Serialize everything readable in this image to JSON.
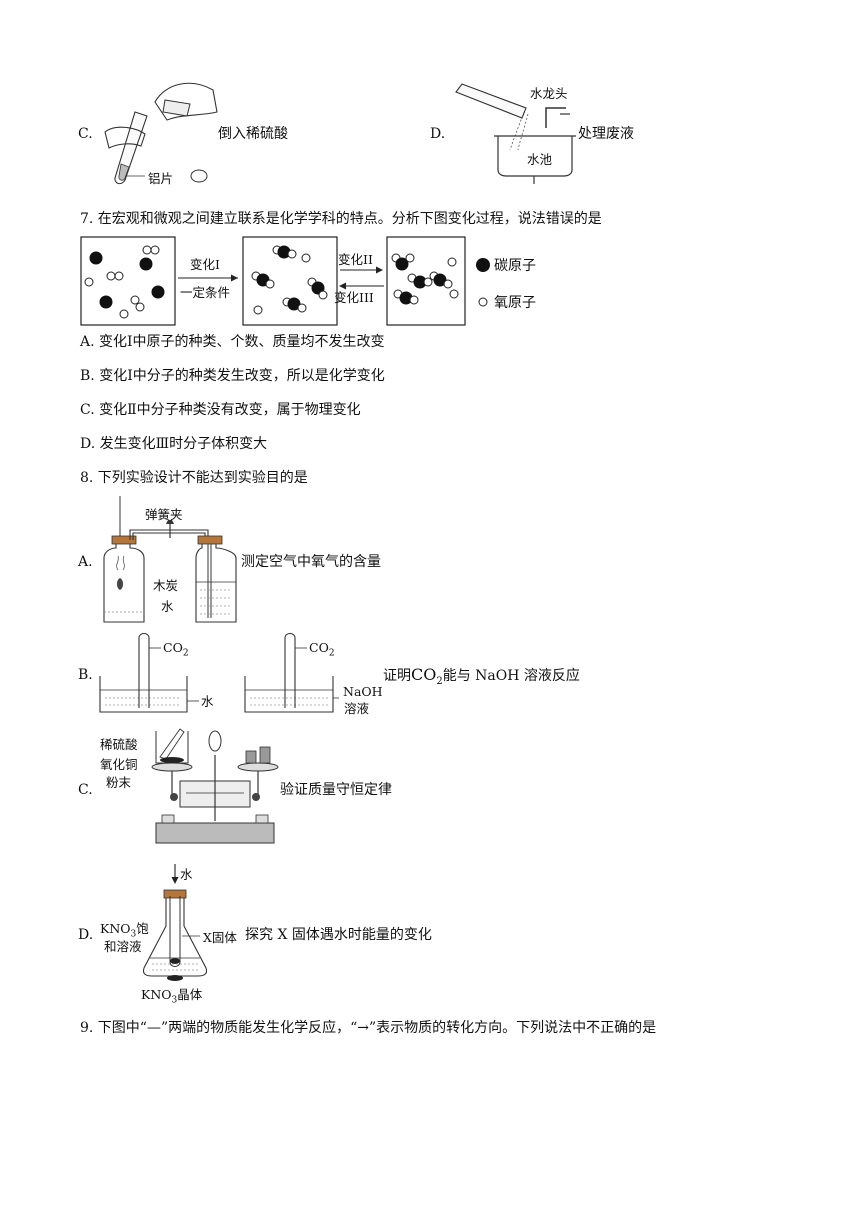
{
  "q6": {
    "c": {
      "letter": "C.",
      "caption": "倒入稀硫酸",
      "label_al": "铝片"
    },
    "d": {
      "letter": "D.",
      "caption": "处理废液",
      "label_tap": "水龙头",
      "label_sink": "水池"
    }
  },
  "q7": {
    "stem": "7. 在宏观和微观之间建立联系是化学学科的特点。分析下图变化过程，说法错误的是",
    "diagram": {
      "arrow1_top": "变化I",
      "arrow1_bottom": "一定条件",
      "arrow2_top": "变化II",
      "arrow3_bottom": "变化III",
      "legend_carbon": "碳原子",
      "legend_oxygen": "氧原子"
    },
    "options": [
      "A.  变化Ⅰ中原子的种类、个数、质量均不发生改变",
      "B.  变化Ⅰ中分子的种类发生改变，所以是化学变化",
      "C.  变化Ⅱ中分子种类没有改变，属于物理变化",
      "D.  发生变化Ⅲ时分子体积变大"
    ]
  },
  "q8": {
    "stem": "8. 下列实验设计不能达到实验目的是",
    "a": {
      "letter": "A.",
      "caption": "测定空气中氧气的含量",
      "label_clip": "弹簧夹",
      "label_charcoal": "木炭",
      "label_water": "水"
    },
    "b": {
      "letter": "B.",
      "caption_pre": "证明",
      "caption_formula": "CO",
      "caption_sub": "2",
      "caption_post": "能与 NaOH 溶液反应",
      "label_co2_left": "CO",
      "label_co2_right": "CO",
      "co2_sub": "2",
      "label_water": "水",
      "label_naoh_1": "NaOH",
      "label_naoh_2": "溶液"
    },
    "c": {
      "letter": "C.",
      "caption": "验证质量守恒定律",
      "label_acid": "稀硫酸",
      "label_cuo_1": "氧化铜",
      "label_cuo_2": "粉末"
    },
    "d": {
      "letter": "D.",
      "caption": "探究 X 固体遇水时能量的变化",
      "label_water": "水",
      "label_x": "X固体",
      "label_sat_1": "KNO",
      "label_sat_sub": "3",
      "label_sat_2": "饱",
      "label_sat_3": "和溶液",
      "label_crystal_1": "KNO",
      "label_crystal_sub": "3",
      "label_crystal_2": "晶体"
    }
  },
  "q9": {
    "stem": "9.  下图中“—”两端的物质能发生化学反应，“→”表示物质的转化方向。下列说法中不正确的是"
  }
}
